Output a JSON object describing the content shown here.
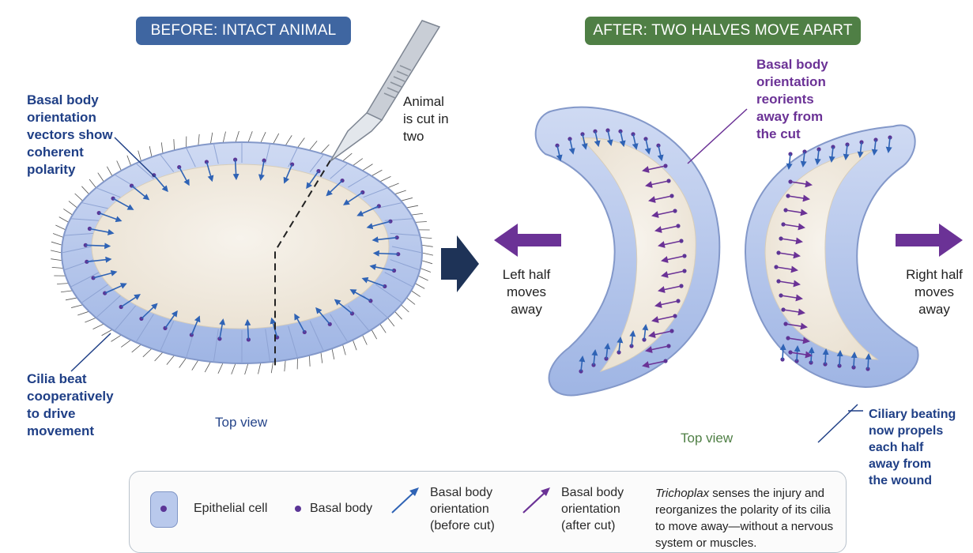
{
  "titles": {
    "before": "BEFORE: INTACT ANIMAL",
    "after": "AFTER: TWO HALVES MOVE APART"
  },
  "labels": {
    "basal_vectors": "Basal body\norientation\nvectors show\ncoherent\npolarity",
    "cut": "Animal\nis cut in\ntwo",
    "reorients": "Basal body\norientation\nreorients\naway from\nthe cut",
    "left_moves": "Left half\nmoves\naway",
    "right_moves": "Right half\nmoves\naway",
    "cilia": "Cilia beat\ncooperatively\nto drive\nmovement",
    "top_view_left": "Top view",
    "top_view_right": "Top view",
    "ciliary": "Ciliary beating\nnow propels\neach half\naway from\nthe wound"
  },
  "legend": {
    "epithelial_cell": "Epithelial cell",
    "basal_body": "Basal body",
    "before_cut": "Basal body\norientation\n(before cut)",
    "after_cut": "Basal body\norientation\n(after cut)",
    "note_italic": "Trichoplax",
    "note_rest": " senses the injury and reorganizes the polarity of its cilia to move away—without a nervous system or muscles."
  },
  "colors": {
    "before_title": "#3f66a1",
    "after_title": "#4f7f45",
    "blue_arrow": "#2f63b5",
    "purple_arrow": "#6b3296",
    "cell_fill": "#b9c9ec",
    "body_fill": "#f1ebe0"
  }
}
